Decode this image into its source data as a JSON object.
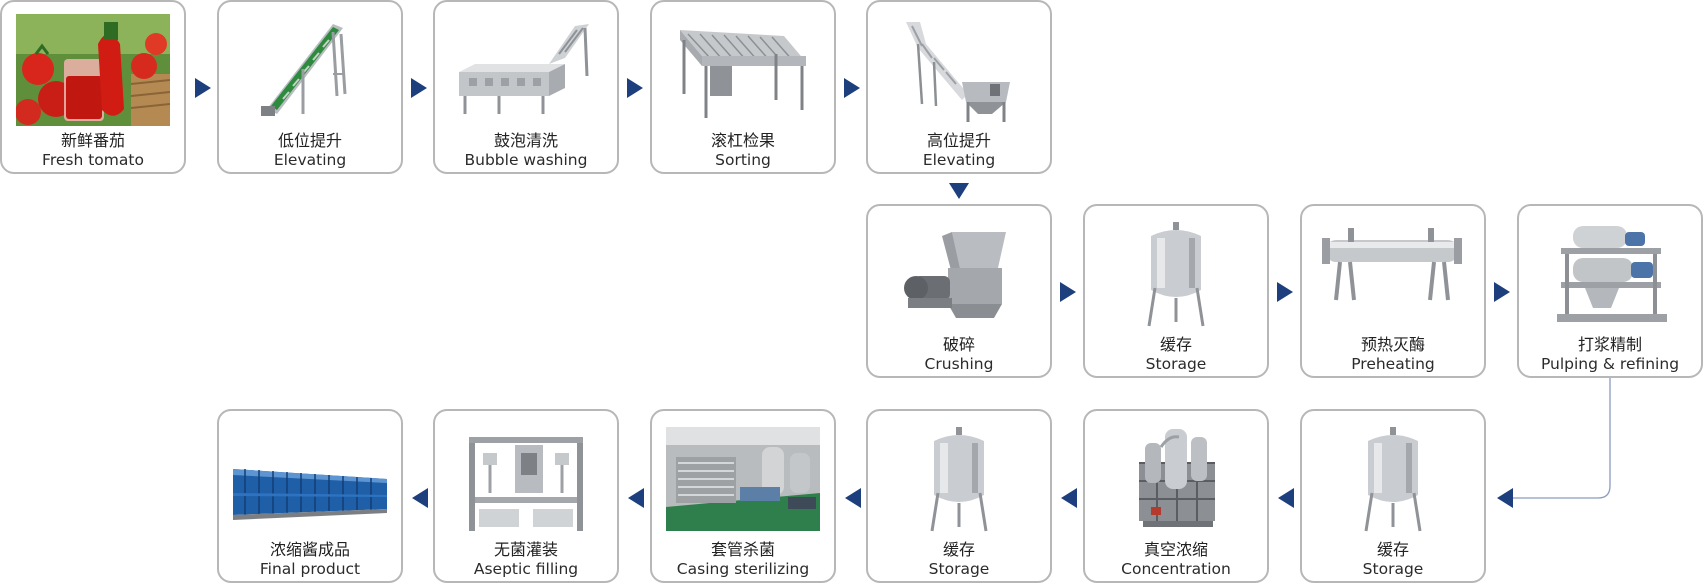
{
  "steps": [
    {
      "cn": "新鲜番茄",
      "en": "Fresh tomato",
      "icon": "tomato-photo"
    },
    {
      "cn": "低位提升",
      "en": "Elevating",
      "icon": "conveyor-elevator"
    },
    {
      "cn": "鼓泡清洗",
      "en": "Bubble washing",
      "icon": "washing-machine"
    },
    {
      "cn": "滚杠检果",
      "en": "Sorting",
      "icon": "roller-sorter"
    },
    {
      "cn": "高位提升",
      "en": "Elevating",
      "icon": "high-elevator"
    },
    {
      "cn": "破碎",
      "en": "Crushing",
      "icon": "crusher"
    },
    {
      "cn": "缓存",
      "en": "Storage",
      "icon": "storage-tank"
    },
    {
      "cn": "预热灭酶",
      "en": "Preheating",
      "icon": "tube-preheater"
    },
    {
      "cn": "打浆精制",
      "en": "Pulping & refining",
      "icon": "pulper"
    },
    {
      "cn": "缓存",
      "en": "Storage",
      "icon": "storage-tank"
    },
    {
      "cn": "真空浓缩",
      "en": "Concentration",
      "icon": "evaporator"
    },
    {
      "cn": "缓存",
      "en": "Storage",
      "icon": "storage-tank"
    },
    {
      "cn": "套管杀菌",
      "en": "Casing sterilizing",
      "icon": "sterilizer-plant"
    },
    {
      "cn": "无菌灌装",
      "en": "Aseptic filling",
      "icon": "aseptic-filler"
    },
    {
      "cn": "浓缩酱成品",
      "en": "Final product",
      "icon": "drums"
    }
  ],
  "colors": {
    "arrow": "#1e3f7d",
    "border": "#b7b7b7",
    "connector": "#8a9cc0"
  }
}
